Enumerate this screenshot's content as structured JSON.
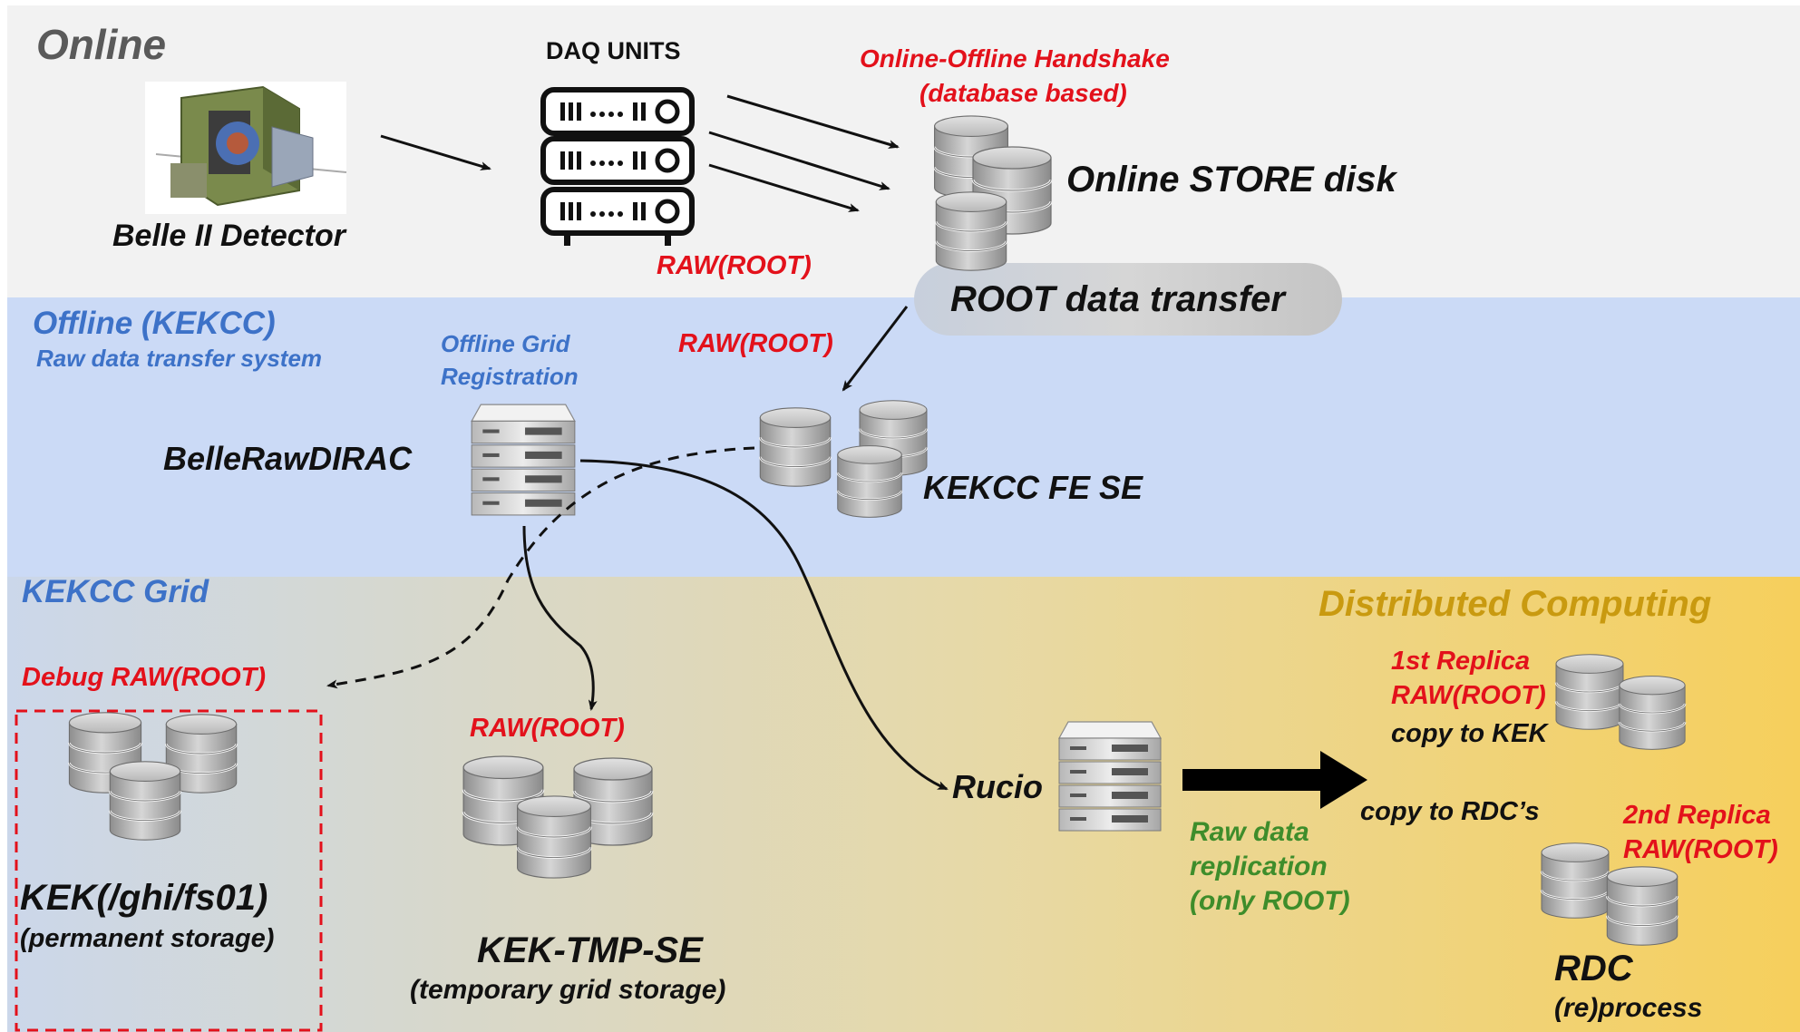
{
  "colors": {
    "online_band": "#f2f2f2",
    "offline_band": "#cbdaf6",
    "grid_band_start": "#cbd7ea",
    "grid_band_end": "#f6cf5c",
    "red_text": "#e3111b",
    "blue_text": "#3d72c8",
    "gold_text": "#c99a10",
    "green_text": "#3e8d2b",
    "grey_text": "#5a5a5a",
    "pill": "#d3d3d3"
  },
  "sections": {
    "online": "Online",
    "offline": "Offline (KEKCC)",
    "offline_sub": "Raw data transfer system",
    "kekcc_grid": "KEKCC Grid",
    "distributed": "Distributed Computing"
  },
  "online": {
    "detector_label": "Belle II Detector",
    "daq_label": "DAQ UNITS",
    "handshake_line1": "Online-Offline Handshake",
    "handshake_line2": "(database based)",
    "store_disk": "Online STORE disk",
    "raw_root": "RAW(ROOT)",
    "root_transfer": "ROOT data transfer"
  },
  "offline": {
    "grid_registration_line1": "Offline Grid",
    "grid_registration_line2": "Registration",
    "raw_root": "RAW(ROOT)",
    "belle_raw_dirac": "BelleRawDIRAC",
    "kekcc_fe_se": "KEKCC FE SE"
  },
  "grid": {
    "debug_raw": "Debug RAW(ROOT)",
    "kek_path": "KEK(/ghi/fs01)",
    "kek_permanent": "(permanent storage)",
    "tmp_raw": "RAW(ROOT)",
    "kek_tmp_se": "KEK-TMP-SE",
    "kek_tmp_sub": "(temporary grid storage)",
    "rucio": "Rucio",
    "replication_line1": "Raw data",
    "replication_line2": "replication",
    "replication_line3": "(only ROOT)",
    "replica1_line1": "1st Replica",
    "replica1_line2": "RAW(ROOT)",
    "copy_to_kek": "copy to KEK",
    "copy_to_rdc": "copy to RDC’s",
    "replica2_line1": "2nd Replica",
    "replica2_line2": "RAW(ROOT)",
    "rdc": "RDC",
    "reprocess": "(re)process"
  }
}
